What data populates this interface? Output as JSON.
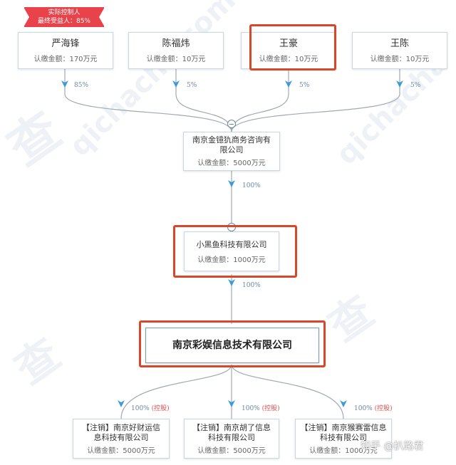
{
  "badge": {
    "line1": "实际控制人",
    "line2": "最终受益人：85%"
  },
  "shareholders": [
    {
      "name": "严海锋",
      "amount": "认缴金额：170万元",
      "pct": "85%"
    },
    {
      "name": "陈福炜",
      "amount": "认缴金额：10万元",
      "pct": "5%"
    },
    {
      "name": "王豪",
      "amount": "认缴金额：10万元",
      "pct": "5%"
    },
    {
      "name": "王陈",
      "amount": "认缴金额：10万元",
      "pct": "5%"
    }
  ],
  "level1": {
    "name": "南京金镱犰商务咨询有限公司",
    "amount": "认缴金额：5000万元",
    "pct": "100%"
  },
  "level2": {
    "name": "小黑鱼科技有限公司",
    "amount": "认缴金额：1000万元",
    "pct": "100%"
  },
  "target": {
    "name": "南京彩娱信息技术有限公司"
  },
  "subsidiaries": [
    {
      "name": "【注销】南京好财运信息科技有限公司",
      "amount": "认缴金额：5000万元",
      "pct": "100%",
      "ctl": "(控股)"
    },
    {
      "name": "【注销】南京胡了信息科技有限公司",
      "amount": "认缴金额：5000万元",
      "pct": "100%",
      "ctl": "(控股)"
    },
    {
      "name": "【注销】南京猴赛雷信息科技有限公司",
      "amount": "认缴金额：1000万元",
      "pct": "100%",
      "ctl": "(控股)"
    }
  ],
  "credit": "知乎 @扒路君",
  "colors": {
    "line": "#9fa9b3",
    "arrow": "#3b9ad9",
    "highlight": "#d9472a",
    "badge": "#e8434b"
  }
}
